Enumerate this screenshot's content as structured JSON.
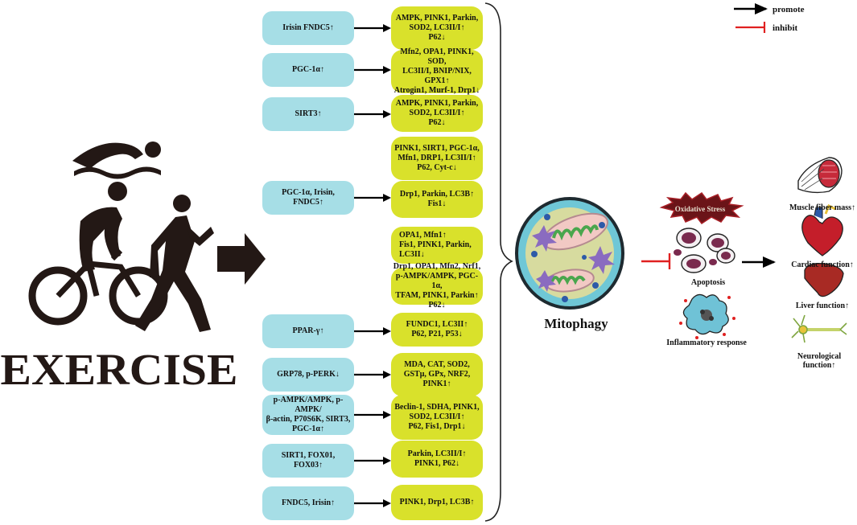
{
  "title": "EXERCISE",
  "legend": {
    "promote": "promote",
    "inhibit": "inhibit"
  },
  "center_label": "Mitophagy",
  "oxidative_stress": "Oxidative Stress",
  "apoptosis": "Apoptosis",
  "inflammatory": "Inflammatory response",
  "outcomes": [
    {
      "label": "Muscle fiber mass↑",
      "icon": "muscle-fiber-icon"
    },
    {
      "label": "Cardiac function↑",
      "icon": "heart-icon"
    },
    {
      "label": "Liver function↑",
      "icon": "liver-icon"
    },
    {
      "label": "Neurological function↑",
      "icon": "neuron-icon"
    }
  ],
  "pathways": [
    {
      "left": "Irisin FNDC5↑",
      "right": "AMPK, PINK1, Parkin,\nSOD2, LC3II/I↑\nP62↓"
    },
    {
      "left": "PGC-1α↑",
      "right": "Mfn2, OPA1, PINK1, SOD,\nLC3II/I, BNIP/NIX, GPX1↑\nAtrogin1, Murf-1, Drp1↓"
    },
    {
      "left": "SIRT3↑",
      "right": "AMPK, PINK1, Parkin,\nSOD2, LC3II/I↑\nP62↓"
    },
    {
      "left": "",
      "right": "PINK1, SIRT1, PGC-1α,\nMfn1, DRP1, LC3II/I↑\nP62, Cyt-c↓"
    },
    {
      "left": "PGC-1α, Irisin,\nFNDC5↑",
      "right": "Drp1, Parkin, LC3B↑\nFis1↓"
    },
    {
      "left": "",
      "right": "OPA1, Mfn1↑\nFis1, PINK1, Parkin, LC3II↓"
    },
    {
      "left": "",
      "right": "Drp1, OPA1, Mfn2, Nrf1,\np-AMPK/AMPK, PGC-1α,\nTFAM, PINK1, Parkin↑\nP62↓"
    },
    {
      "left": "PPAR-γ↑",
      "right": "FUNDC1, LC3II↑\nP62, P21, P53↓"
    },
    {
      "left": "GRP78, p-PERK↓",
      "right": "MDA, CAT, SOD2,\nGSTμ, GPx, NRF2,\nPINK1↑"
    },
    {
      "left": "p-AMPK/AMPK, p-AMPK/\nβ-actin, P70S6K, SIRT3,\nPGC-1α↑",
      "right": "Beclin-1, SDHA, PINK1,\nSOD2, LC3II/I↑\nP62, Fis1, Drp1↓"
    },
    {
      "left": "SIRT1, FOX01,\nFOX03↑",
      "right": "Parkin, LC3II/I↑\nPINK1, P62↓"
    },
    {
      "left": "FNDC5, Irisin↑",
      "right": "PINK1, Drp1, LC3B↑"
    }
  ],
  "colors": {
    "left_box": "#a6dee6",
    "right_box": "#d9e12b",
    "inhibit": "#e02020",
    "promote": "#000000"
  }
}
